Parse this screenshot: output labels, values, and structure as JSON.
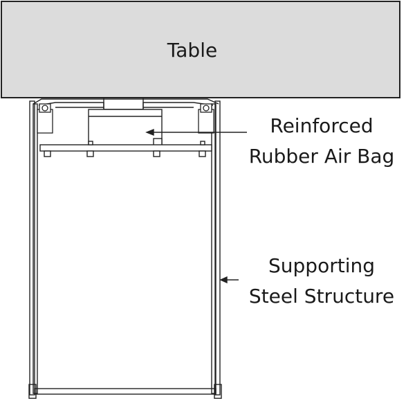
{
  "labels": {
    "table": "Table",
    "air_bag_line1": "Reinforced",
    "air_bag_line2": "Rubber Air Bag",
    "support_line1": "Supporting",
    "support_line2": "Steel Structure"
  },
  "colors": {
    "table_fill": "#dcdcdc",
    "stroke": "#222222"
  }
}
